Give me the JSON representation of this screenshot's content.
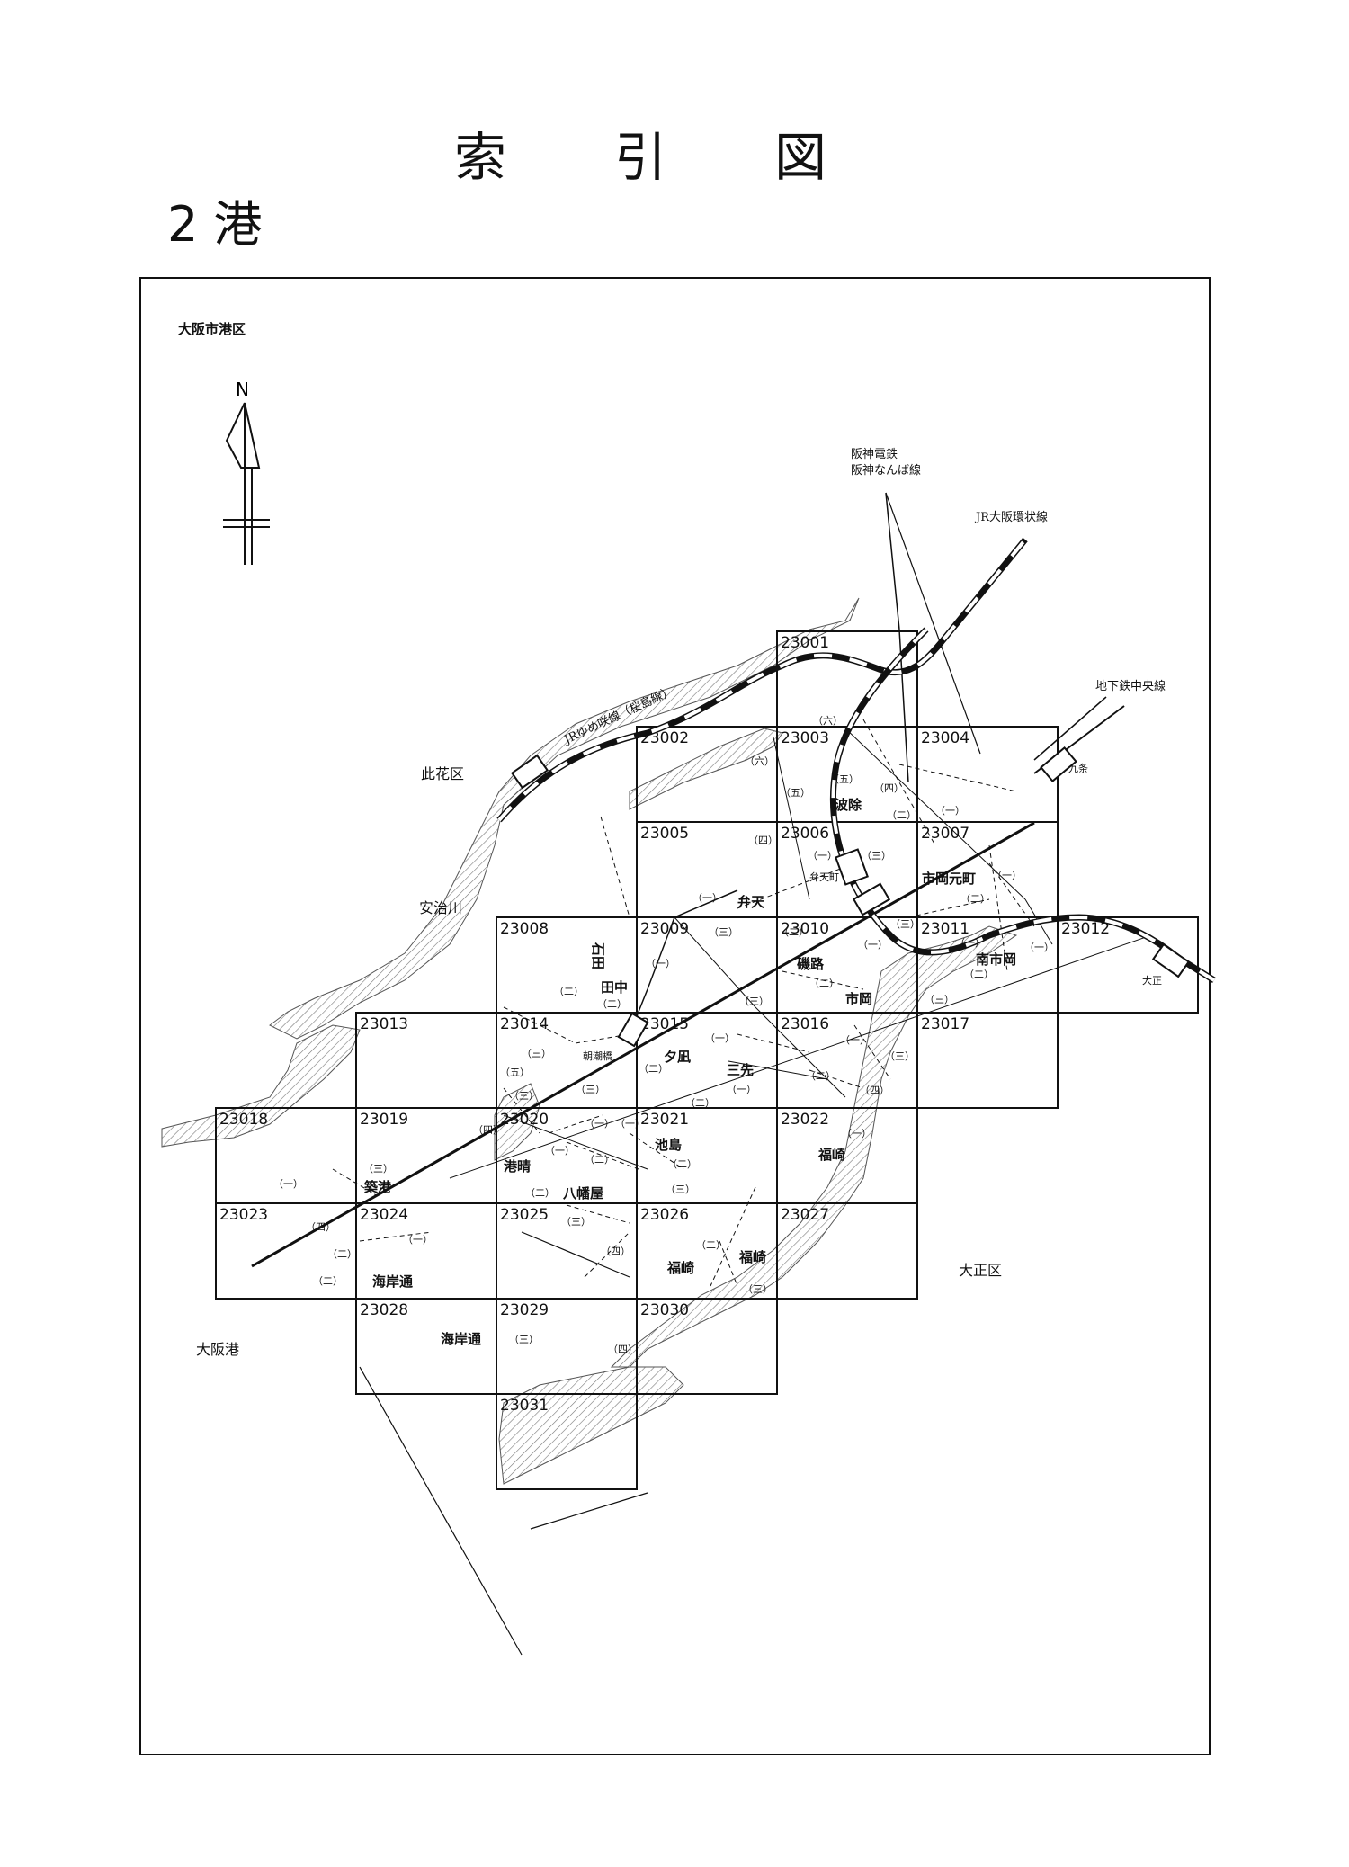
{
  "page": {
    "title_chars": [
      "索",
      "引",
      "図"
    ],
    "subtitle": "2 港"
  },
  "map": {
    "region_label": "大阪市港区",
    "north_label": "N",
    "sheets": [
      {
        "id": "23001",
        "col": 4,
        "row": 0
      },
      {
        "id": "23002",
        "col": 3,
        "row": 1
      },
      {
        "id": "23003",
        "col": 4,
        "row": 1
      },
      {
        "id": "23004",
        "col": 5,
        "row": 1
      },
      {
        "id": "23005",
        "col": 3,
        "row": 2
      },
      {
        "id": "23006",
        "col": 4,
        "row": 2
      },
      {
        "id": "23007",
        "col": 5,
        "row": 2
      },
      {
        "id": "23008",
        "col": 2,
        "row": 3
      },
      {
        "id": "23009",
        "col": 3,
        "row": 3
      },
      {
        "id": "23010",
        "col": 4,
        "row": 3
      },
      {
        "id": "23011",
        "col": 5,
        "row": 3
      },
      {
        "id": "23012",
        "col": 6,
        "row": 3
      },
      {
        "id": "23013",
        "col": 1,
        "row": 4
      },
      {
        "id": "23014",
        "col": 2,
        "row": 4
      },
      {
        "id": "23015",
        "col": 3,
        "row": 4
      },
      {
        "id": "23016",
        "col": 4,
        "row": 4
      },
      {
        "id": "23017",
        "col": 5,
        "row": 4
      },
      {
        "id": "23018",
        "col": 0,
        "row": 5
      },
      {
        "id": "23019",
        "col": 1,
        "row": 5
      },
      {
        "id": "23020",
        "col": 2,
        "row": 5
      },
      {
        "id": "23021",
        "col": 3,
        "row": 5
      },
      {
        "id": "23022",
        "col": 4,
        "row": 5
      },
      {
        "id": "23023",
        "col": 0,
        "row": 6
      },
      {
        "id": "23024",
        "col": 1,
        "row": 6
      },
      {
        "id": "23025",
        "col": 2,
        "row": 6
      },
      {
        "id": "23026",
        "col": 3,
        "row": 6
      },
      {
        "id": "23027",
        "col": 4,
        "row": 6
      },
      {
        "id": "23028",
        "col": 1,
        "row": 7
      },
      {
        "id": "23029",
        "col": 2,
        "row": 7
      },
      {
        "id": "23030",
        "col": 3,
        "row": 7
      },
      {
        "id": "23031",
        "col": 2,
        "row": 8
      }
    ],
    "labels": {
      "hanshin_1": "阪神電鉄",
      "hanshin_2": "阪神なんば線",
      "jr_loop": "JR大阪環状線",
      "subway": "地下鉄中央線",
      "kujo": "九条",
      "jr_yume": "JRゆめ咲線（桜島線）",
      "konohana": "此花区",
      "ajigawa": "安治川",
      "taisho_ku": "大正区",
      "taisho_st": "大正",
      "osaka_port": "大阪港",
      "benten_st": "弁天町",
      "asashiobashi": "朝潮橋",
      "namiyoke": "波除",
      "benten": "弁天",
      "ichioka_motomachi": "市岡元町",
      "iso": "磯路",
      "ichioka": "市岡",
      "minami_ichioka": "南市岡",
      "tanaka": "田中",
      "ishida": "石田",
      "yunagi": "夕凪",
      "misaki": "三先",
      "chikko": "築港",
      "minato_hare": "港晴",
      "ikejima": "池島",
      "yawataya": "八幡屋",
      "fukusaki_1": "福崎",
      "fukusaki_2": "福崎",
      "fukusaki_3": "福崎",
      "kaigandori_1": "海岸通",
      "kaigandori_2": "海岸通"
    },
    "chome": {
      "c1": "（一）",
      "c2": "（二）",
      "c3": "（三）",
      "c4": "（四）",
      "c5": "（五）",
      "c6": "（六）"
    }
  }
}
